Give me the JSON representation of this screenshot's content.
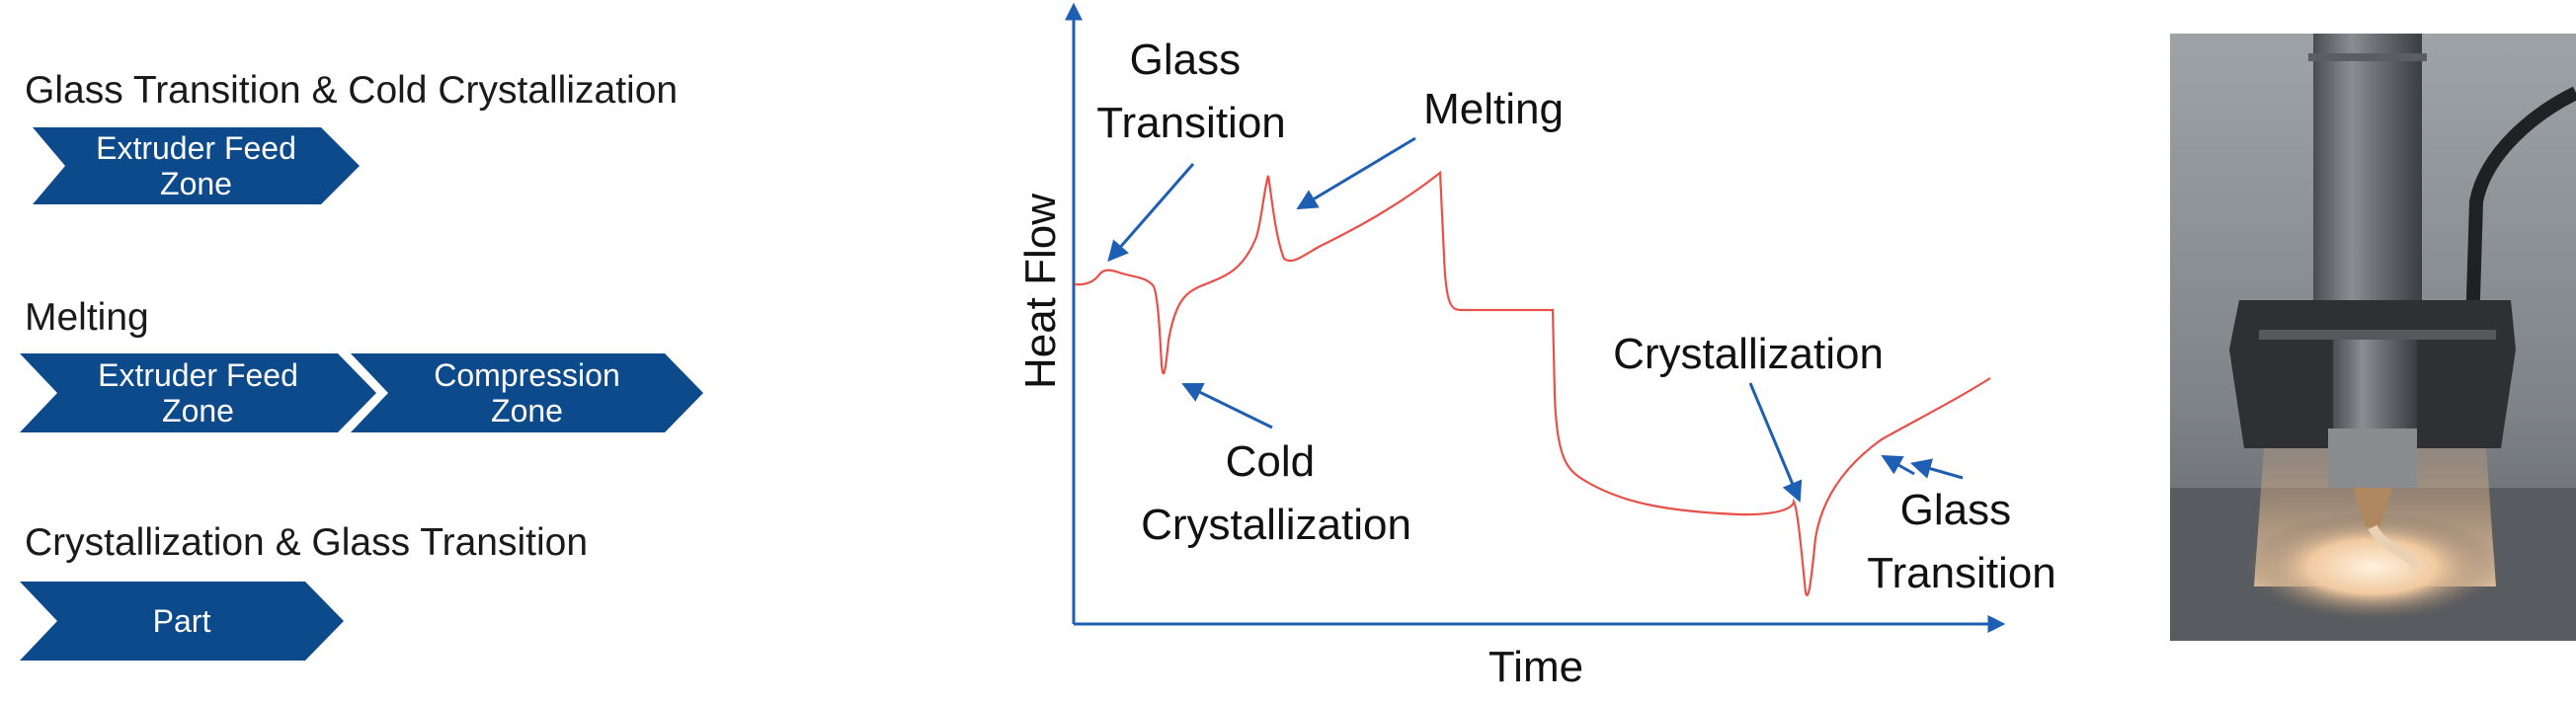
{
  "left_panel": {
    "rows": [
      {
        "heading": "Glass Transition & Cold Crystallization",
        "chevrons": [
          {
            "line1": "Extruder Feed",
            "line2": "Zone"
          }
        ]
      },
      {
        "heading": "Melting",
        "chevrons": [
          {
            "line1": "Extruder Feed",
            "line2": "Zone"
          },
          {
            "line1": "Compression",
            "line2": "Zone"
          }
        ]
      },
      {
        "heading": "Crystallization & Glass Transition",
        "chevrons": [
          {
            "line1": "Part",
            "line2": ""
          }
        ]
      }
    ]
  },
  "chart_data": {
    "type": "line",
    "xlabel": "Time",
    "ylabel": "Heat Flow",
    "grid": false,
    "ticks": "none",
    "series": [
      {
        "name": "",
        "values": []
      }
    ],
    "annotations": [
      {
        "line1": "Glass",
        "line2": "Transition"
      },
      {
        "line1": "Melting",
        "line2": ""
      },
      {
        "line1": "Cold",
        "line2": "Crystallization"
      },
      {
        "line1": "Crystallization",
        "line2": ""
      },
      {
        "line1": "Glass",
        "line2": "Transition"
      }
    ]
  },
  "photo": {
    "subject": "3D printer nozzle extruding onto build plate"
  },
  "colors": {
    "chevron": "#0d4a8c",
    "axis": "#1e5fb4",
    "curve": "#e8504a",
    "arrow": "#1e5fb4"
  }
}
